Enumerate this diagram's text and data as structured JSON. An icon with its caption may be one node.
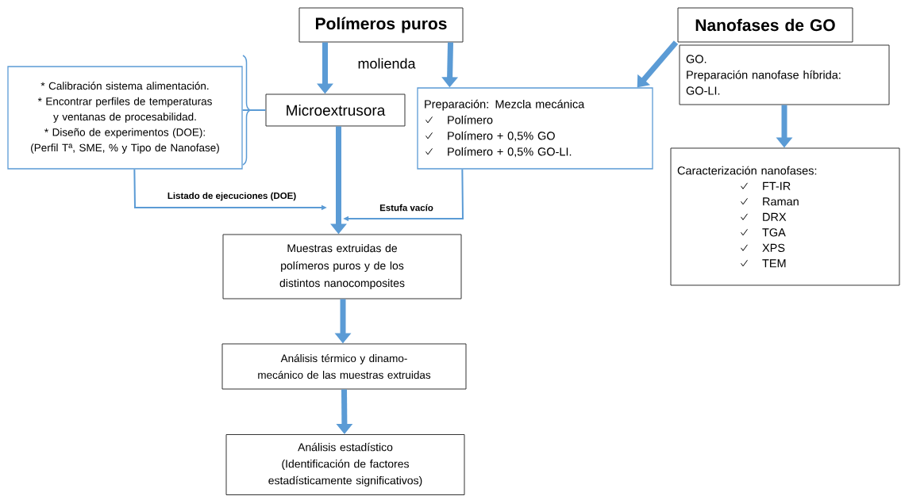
{
  "diagram": {
    "nodes": [
      {
        "text": [
          "Polímeros puros"
        ]
      },
      {
        "text": [
          "Nanofases de GO"
        ]
      },
      {
        "text": [
          "GO.",
          "Preparación nanofase híbrida:",
          "GO-LI."
        ]
      },
      {
        "text": [
          "* Calibración sistema alimentación.",
          "* Encontrar perfiles de temperaturas y ventanas de procesabilidad.",
          "* Diseño de experimentos (DOE): (Perfil Tª, SME, % y Tipo de Nanofase)"
        ]
      },
      {
        "text": [
          "Microextrusora"
        ]
      },
      {
        "text": [
          "Preparación: Mezcla mecánica",
          "Polímero",
          "Polímero + 0,5% GO",
          "Polímero + 0,5% GO-LI."
        ]
      },
      {
        "text": [
          "Caracterización nanofases:",
          "FT-IR",
          "Raman",
          "DRX",
          "TGA",
          "XPS",
          "TEM"
        ]
      },
      {
        "text": [
          "Muestras extruidas de polímeros puros y de los distintos nanocomposites"
        ]
      },
      {
        "text": [
          "Análisis térmico y dinamo-mecánico de las muestras extruidas"
        ]
      },
      {
        "text": [
          "Análisis estadístico (Identificación de factores estadísticamente significativos)"
        ]
      }
    ],
    "edges": [
      {
        "from": 0,
        "to": 4,
        "arrow": "to",
        "label": "molienda"
      },
      {
        "from": 0,
        "to": 5,
        "arrow": "to"
      },
      {
        "from": 1,
        "to": 5,
        "arrow": "to"
      },
      {
        "from": 2,
        "to": 6,
        "arrow": "to"
      },
      {
        "from": 3,
        "to": 4,
        "arrow": "none"
      },
      {
        "from": 4,
        "to": 7,
        "arrow": "to"
      },
      {
        "from": 3,
        "to": null,
        "arrow": "to",
        "label": "Listado de ejecuciones (DOE)"
      },
      {
        "from": 5,
        "to": null,
        "arrow": "to",
        "label": "Estufa vacío"
      },
      {
        "from": 7,
        "to": 8,
        "arrow": "to"
      },
      {
        "from": 8,
        "to": 9,
        "arrow": "to"
      }
    ]
  }
}
